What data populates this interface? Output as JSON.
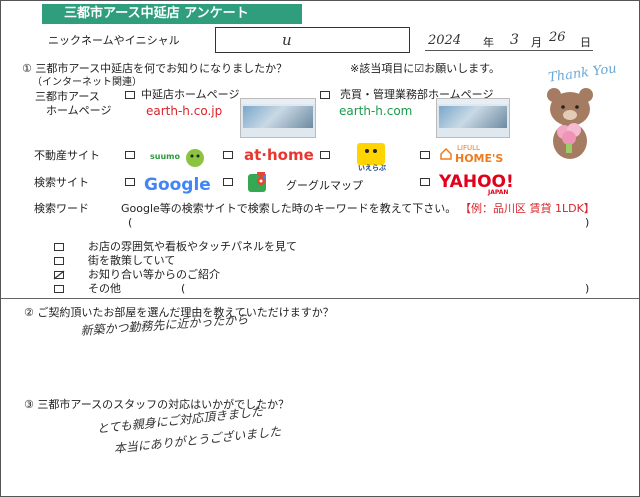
{
  "header": {
    "title": "三都市アース中延店 アンケート"
  },
  "nickname": {
    "label": "ニックネームやイニシャル",
    "value": "u"
  },
  "date": {
    "year": "2024",
    "year_unit": "年",
    "month": "3",
    "month_unit": "月",
    "day": "26",
    "day_unit": "日"
  },
  "q1": {
    "question": "① 三都市アース中延店を何でお知りになりましたか？",
    "note": "※該当項目に☑お願いします。",
    "sub": "（インターネット関連）",
    "homepage_label_1": "三都市アース",
    "homepage_label_2": "ホームページ",
    "option_store_hp": "中延店ホームページ",
    "store_url": "earth-h.co.jp",
    "option_sales_hp": "売買・管理業務部ホームページ",
    "sales_url": "earth-h.com",
    "realestate_label": "不動産サイト",
    "suumo": "suumo",
    "athome": "at·home",
    "ieshil": "いえらぶ",
    "homes_top": "LIFULL",
    "homes": "HOME'S",
    "search_label": "検索サイト",
    "google": "Google",
    "googlemap": "グーグルマップ",
    "yahoo": "YAHOO!",
    "yahoo_sub": "JAPAN",
    "keyword_label": "検索ワード",
    "keyword_text": "Google等の検索サイトで検索した時のキーワードを教えて下さい。",
    "keyword_example": "【例：品川区 賃貸 1LDK】",
    "paren_open": "(",
    "paren_close": ")",
    "other_options": [
      "お店の雰囲気や看板やタッチパネルを見て",
      "街を散策していて",
      "お知り合い等からのご紹介",
      "その他"
    ],
    "other_paren_open": "(",
    "other_paren_close": ")"
  },
  "q2": {
    "question": "② ご契約頂いたお部屋を選んだ理由を教えていただけますか？",
    "answer": "新築かつ勤務先に近かったから"
  },
  "q3": {
    "question": "③ 三都市アースのスタッフの対応はいかがでしたか？",
    "answer_line1": "とても親身にご対応頂きました",
    "answer_line2": "本当にありがとうございました"
  },
  "decoration": {
    "thank_you": "Thank You"
  },
  "checked_option_index": 2,
  "colors": {
    "title_bg": "#2f9e7c",
    "accent_red": "#d8232a",
    "url_green": "#1b9a4a"
  }
}
